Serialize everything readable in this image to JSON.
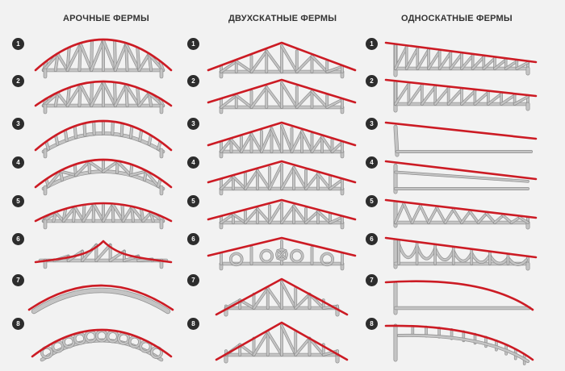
{
  "columns": [
    {
      "id": "arch",
      "title": "АРОЧНЫЕ ФЕРМЫ",
      "numbers": [
        "1",
        "2",
        "3",
        "4",
        "5",
        "6",
        "7",
        "8"
      ]
    },
    {
      "id": "gable",
      "title": "ДВУХСКАТНЫЕ ФЕРМЫ",
      "numbers": [
        "1",
        "2",
        "3",
        "4",
        "5",
        "6",
        "7",
        "8"
      ]
    },
    {
      "id": "shed",
      "title": "ОДНОСКАТНЫЕ ФЕРМЫ",
      "numbers": [
        "1",
        "2",
        "3",
        "4",
        "5",
        "6",
        "7",
        "8"
      ]
    }
  ],
  "colors": {
    "background": "#f2f2f2",
    "top_chord": "#cc1b24",
    "truss_member": "#c4c4c4",
    "member_outline": "#8f8f8f",
    "badge": "#2d2d2d"
  }
}
